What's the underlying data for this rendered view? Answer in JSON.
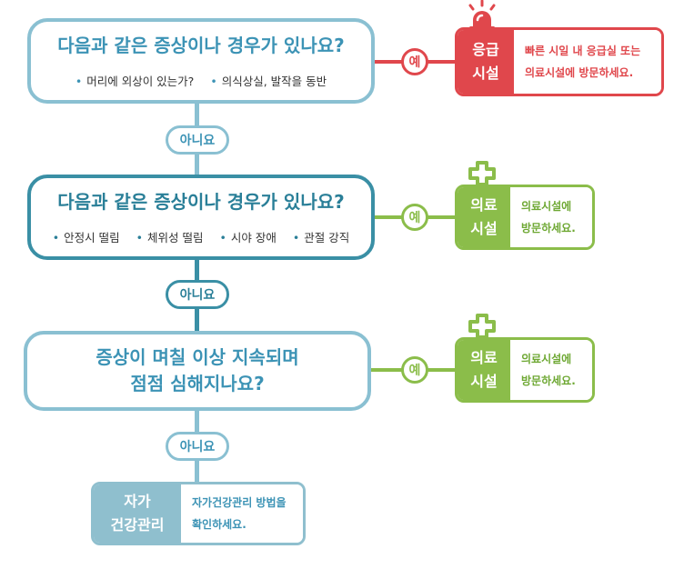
{
  "question1": {
    "title": "다음과 같은 증상이나 경우가 있나요?",
    "bullets": [
      "머리에 외상이 있는가?",
      "의식상실, 발작을 동반"
    ]
  },
  "question2": {
    "title": "다음과 같은 증상이나 경우가 있나요?",
    "bullets": [
      "안정시 떨림",
      "체위성 떨림",
      "시야 장애",
      "관절 강직"
    ]
  },
  "question3": {
    "line1": "증상이 며칠 이상 지속되며",
    "line2": "점점 심해지나요?"
  },
  "yes_label": "예",
  "no_label": "아니요",
  "emergency": {
    "label_line1": "응급",
    "label_line2": "시설",
    "text_line1": "빠른 시일 내 응급실 또는",
    "text_line2": "의료시설에 방문하세요.",
    "color": "#e0474c",
    "icon": "siren-icon"
  },
  "medical1": {
    "label_line1": "의료",
    "label_line2": "시설",
    "text_line1": "의료시설에",
    "text_line2": "방문하세요.",
    "color": "#8bbd4a",
    "icon": "medical-cross-icon"
  },
  "medical2": {
    "label_line1": "의료",
    "label_line2": "시설",
    "text_line1": "의료시설에",
    "text_line2": "방문하세요.",
    "color": "#8bbd4a",
    "icon": "medical-cross-icon"
  },
  "selfcare": {
    "label_line1": "자가",
    "label_line2": "건강관리",
    "text_line1": "자가건강관리 방법을",
    "text_line2": "확인하세요.",
    "color": "#8fbfce"
  }
}
